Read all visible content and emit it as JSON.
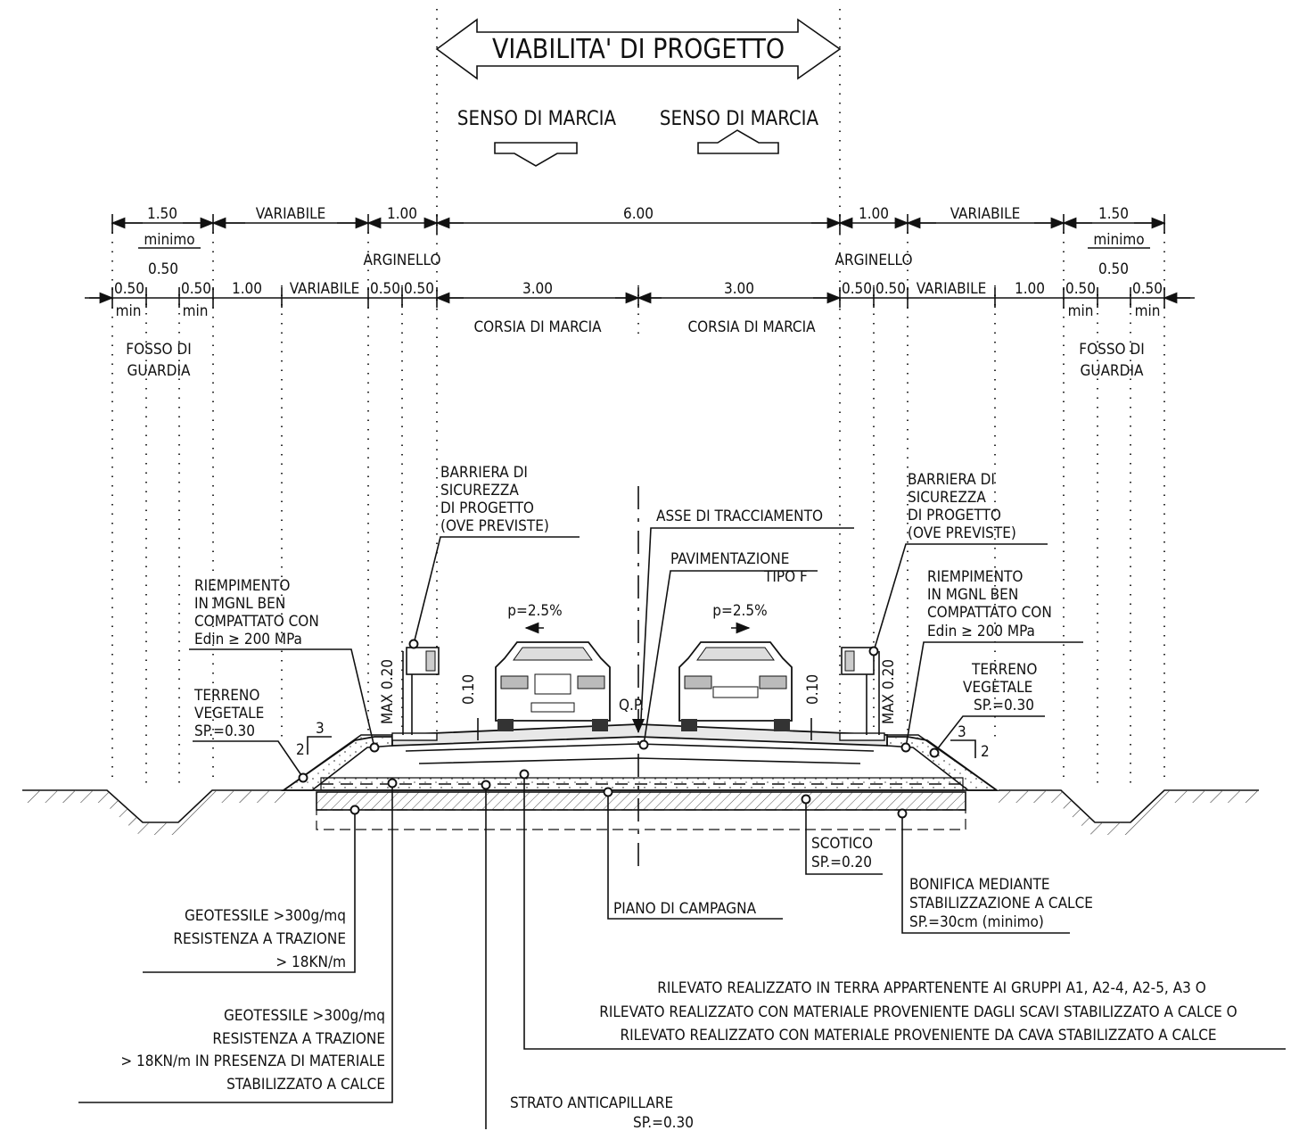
{
  "title": "VIABILITA' DI PROGETTO",
  "direction": {
    "left": "SENSO DI MARCIA",
    "right": "SENSO DI MARCIA"
  },
  "dims_top": [
    "1.50",
    "VARIABILE",
    "1.00",
    "6.00",
    "1.00",
    "VARIABILE",
    "1.50"
  ],
  "minimo": "minimo",
  "arginello": "ARGINELLO",
  "half": "0.50",
  "dims_detail_left": [
    "0.50",
    "0.50",
    "1.00",
    "VARIABILE",
    "0.50",
    "0.50"
  ],
  "dims_detail_center": [
    "3.00",
    "3.00"
  ],
  "dims_detail_right": [
    "0.50",
    "0.50",
    "VARIABILE",
    "1.00",
    "0.50",
    "0.50"
  ],
  "min": "min",
  "corsia": "CORSIA DI MARCIA",
  "fosso": [
    "FOSSO DI",
    "GUARDIA"
  ],
  "barriera": [
    "BARRIERA DI",
    "SICUREZZA",
    "DI PROGETTO",
    "(OVE PREVISTE)"
  ],
  "asse": "ASSE DI TRACCIAMENTO",
  "pavimentazione": [
    "PAVIMENTAZIONE",
    "TIPO F"
  ],
  "pendenza": "p=2.5%",
  "riempimento": [
    "RIEMPIMENTO",
    "IN MGNL BEN",
    "COMPATTATO CON",
    "Edin ≥ 200 MPa"
  ],
  "terreno": [
    "TERRENO",
    "VEGETALE",
    "SP.=0.30"
  ],
  "max020": "MAX 0.20",
  "d010": "0.10",
  "slope": {
    "h": "3",
    "v": "2"
  },
  "qp": "Q.P.",
  "scotico": [
    "SCOTICO",
    "SP.=0.20"
  ],
  "piano": "PIANO DI CAMPAGNA",
  "bonifica": [
    "BONIFICA MEDIANTE",
    "STABILIZZAZIONE A CALCE",
    "SP.=30cm (minimo)"
  ],
  "geotessile1": [
    "GEOTESSILE >300g/mq",
    "RESISTENZA A TRAZIONE",
    "> 18KN/m"
  ],
  "geotessile2": [
    "GEOTESSILE >300g/mq",
    "RESISTENZA A TRAZIONE",
    "> 18KN/m IN PRESENZA DI MATERIALE",
    "STABILIZZATO A CALCE"
  ],
  "rilevato": [
    "RILEVATO REALIZZATO IN TERRA APPARTENENTE AI GRUPPI A1, A2-4, A2-5, A3 O",
    "RILEVATO REALIZZATO CON MATERIALE PROVENIENTE DAGLI SCAVI STABILIZZATO A CALCE O",
    "RILEVATO REALIZZATO CON MATERIALE PROVENIENTE DA CAVA STABILIZZATO A CALCE"
  ],
  "anticapillare": [
    "STRATO ANTICAPILLARE",
    "SP.=0.30"
  ]
}
